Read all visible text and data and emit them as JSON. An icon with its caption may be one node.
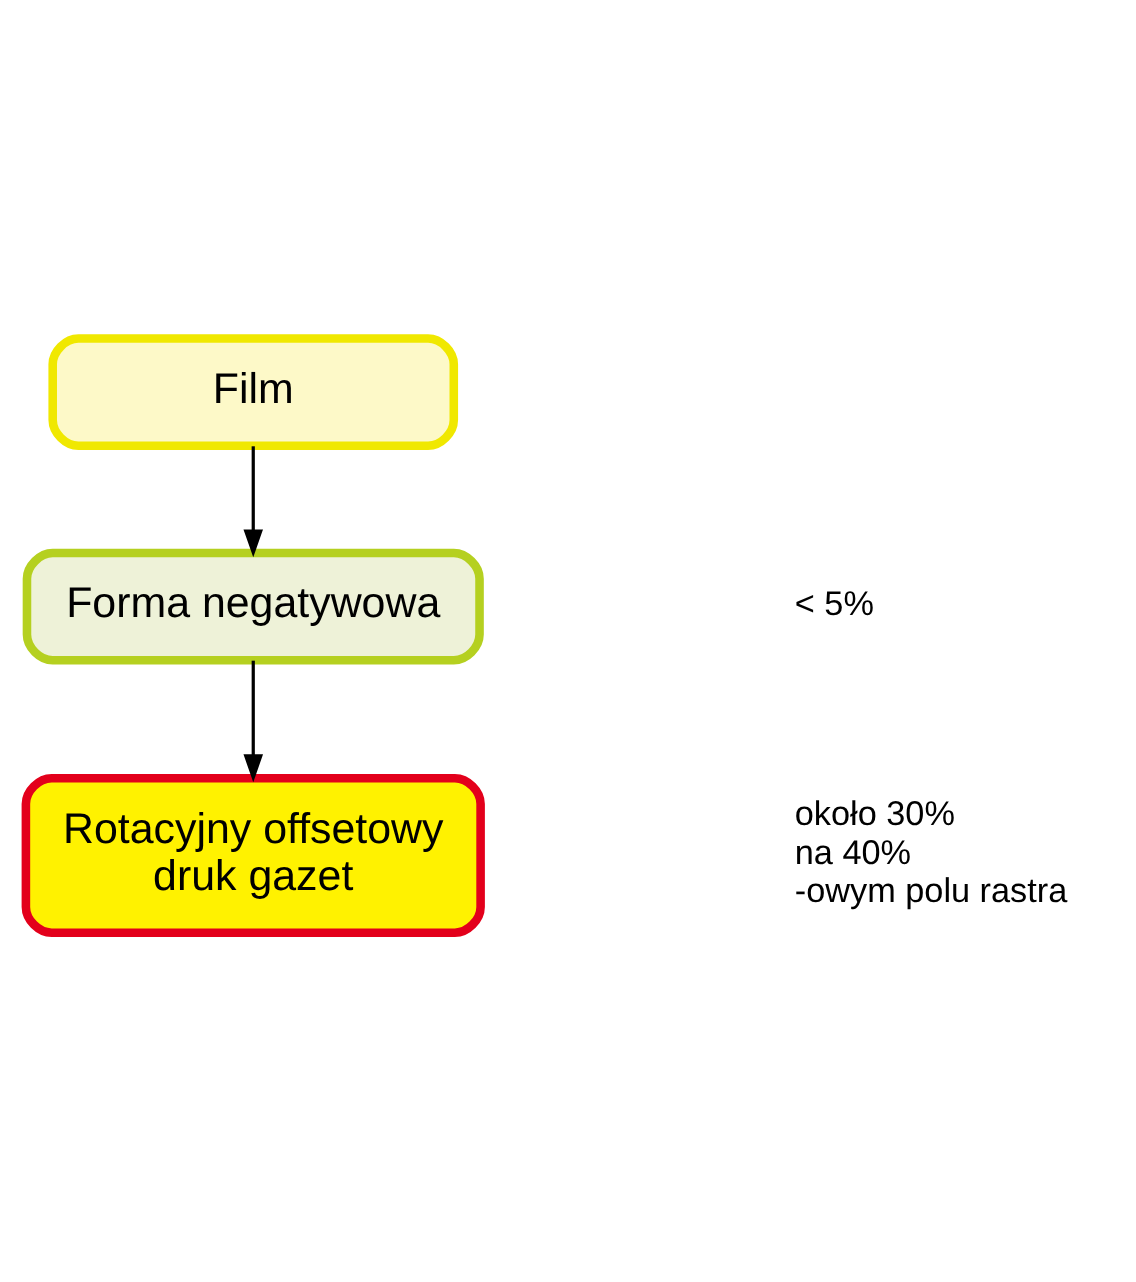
{
  "diagram": {
    "nodes": [
      {
        "text": [
          "Film"
        ]
      },
      {
        "text": [
          "Forma negatywowa"
        ]
      },
      {
        "text": [
          "Rotacyjny offsetowy druk gazet"
        ]
      }
    ],
    "edges": [
      {
        "from": 0,
        "to": 1,
        "arrow": "to"
      },
      {
        "from": 1,
        "to": 2,
        "arrow": "to"
      }
    ],
    "labels": [
      "< 5%",
      "około 30% na 40% -owym polu rastra"
    ]
  }
}
